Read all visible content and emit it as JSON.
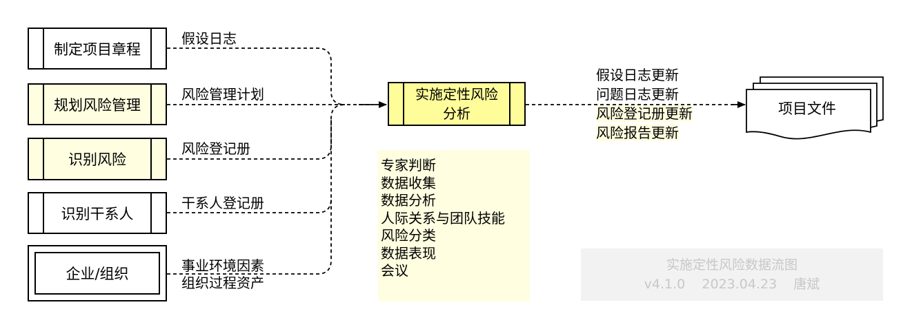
{
  "inputs": [
    {
      "process": "制定项目章程",
      "output": "假设日志"
    },
    {
      "process": "规划风险管理",
      "output": "风险管理计划"
    },
    {
      "process": "识别风险",
      "output": "风险登记册"
    },
    {
      "process": "识别干系人",
      "output": "干系人登记册"
    },
    {
      "process": "企业/组织",
      "output_line1": "事业环境因素",
      "output_line2": "组织过程资产"
    }
  ],
  "main_process": {
    "line1": "实施定性风险",
    "line2": "分析"
  },
  "tools": [
    "专家判断",
    "数据收集",
    "数据分析",
    "人际关系与团队技能",
    "风险分类",
    "数据表现",
    "会议"
  ],
  "outputs": [
    "假设日志更新",
    "问题日志更新",
    "风险登记册更新",
    "风险报告更新"
  ],
  "target": "项目文件",
  "watermark": {
    "title": "实施定性风险数据流图",
    "version": "v4.1.0",
    "date": "2023.04.23",
    "author": "唐斌"
  },
  "colors": {
    "pale_yellow": "#fffee0",
    "bright_yellow": "#fffd9a",
    "watermark_bg": "#f2f2f2"
  }
}
